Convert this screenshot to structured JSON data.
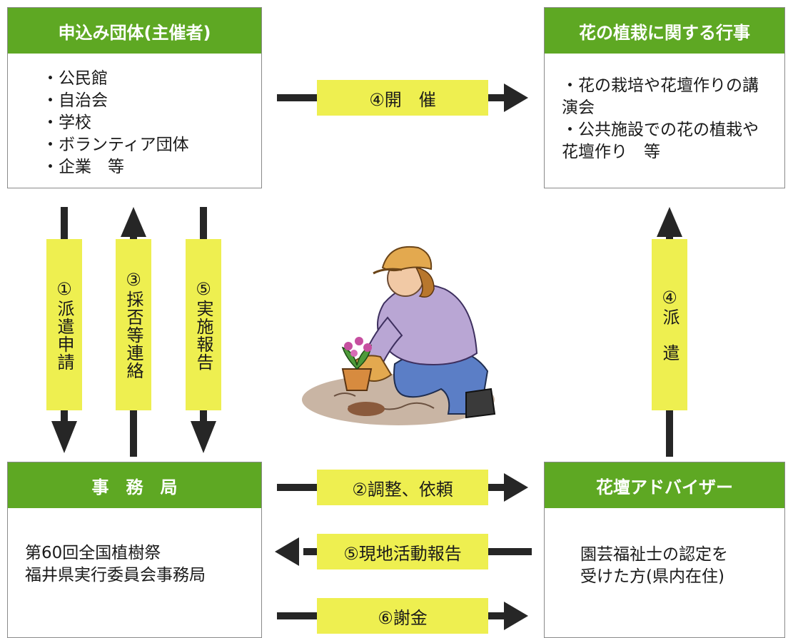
{
  "boxes": {
    "organizer": {
      "title": "申込み団体(主催者)",
      "items": [
        "・公民館",
        "・自治会",
        "・学校",
        "・ボランティア団体",
        "・企業　等"
      ]
    },
    "event": {
      "title": "花の植栽に関する行事",
      "items": [
        "・花の栽培や花壇作りの講演会",
        "・公共施設での花の植栽や花壇作り　等"
      ]
    },
    "office": {
      "title": "事　務　局",
      "lines": [
        "第60回全国植樹祭",
        "福井県実行委員会事務局"
      ]
    },
    "advisor": {
      "title": "花壇アドバイザー",
      "lines": [
        "園芸福祉士の認定を",
        "受けた方(県内在住)"
      ]
    }
  },
  "flows": {
    "hold": "④開　催",
    "apply": "①派遣申請",
    "notify": "③採否等連絡",
    "report_org": "⑤実施報告",
    "dispatch": "④派　遣",
    "coordinate": "②調整、依頼",
    "report_site": "⑤現地活動報告",
    "reward": "⑥謝金"
  },
  "colors": {
    "header_green": "#5ea823",
    "label_yellow": "#eeef50",
    "arrow_dark": "#262626"
  },
  "illustration": {
    "icon": "gardener-planting-flowers-icon"
  }
}
